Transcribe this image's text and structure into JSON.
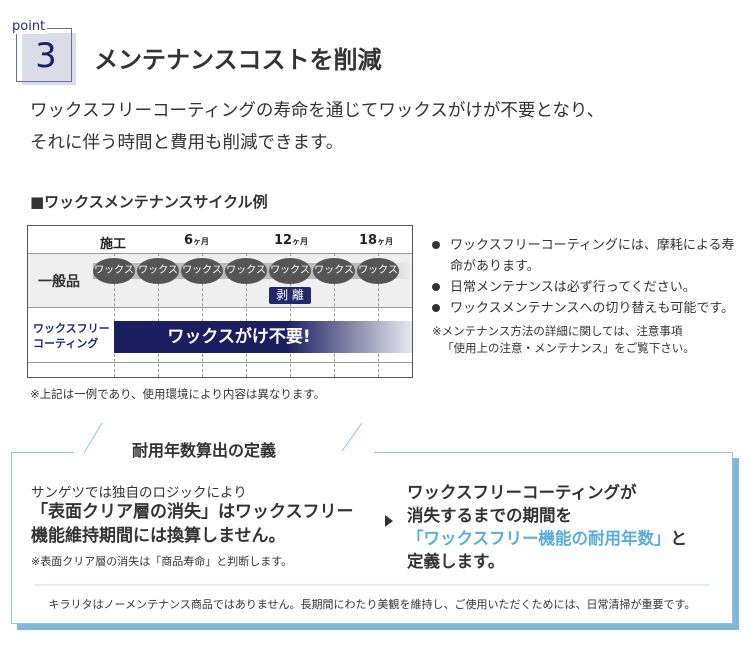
{
  "point": {
    "label": "point",
    "number": "3"
  },
  "title": "メンテナンスコストを削減",
  "lead": [
    "ワックスフリーコーティングの寿命を通じてワックスがけが不要となり、",
    "それに伴う時間と費用も削減できます。"
  ],
  "section_title": "■ワックスメンテナンスサイクル例",
  "cycle_table": {
    "headers": [
      "施工",
      "6",
      "12",
      "18"
    ],
    "month_unit": "ヶ月",
    "row_general": {
      "label": "一般品",
      "wax": [
        "ワックス",
        "ワックス",
        "ワックス",
        "ワックス",
        "ワックス",
        "ワックス",
        "ワックス"
      ],
      "peel": "剥 離"
    },
    "row_coating": {
      "label": [
        "ワックスフリー",
        "コーティング"
      ],
      "bar": "ワックスがけ不要!"
    }
  },
  "table_note": "※上記は一例であり、使用環境により内容は異なります。",
  "bullets": [
    "ワックスフリーコーティングには、摩耗による寿命があります。",
    "日常メンテナンスは必ず行ってください。",
    "ワックスメンテナンスへの切り替えも可能です。"
  ],
  "notice": [
    "※メンテナンス方法の詳細に関しては、注意事項",
    "「使用上の注意・メンテナンス」をご覧下さい。"
  ],
  "definition": {
    "title": "耐用年数算出の定義",
    "left_small": "サンゲツでは独自のロジックにより",
    "left_big": [
      "「表面クリア層の消失」はワックスフリー",
      "機能維持期間には換算しません。"
    ],
    "left_note": "※表面クリア層の消失は「商品寿命」と判断します。",
    "right": [
      "ワックスフリーコーティングが",
      "消失するまでの期間を"
    ],
    "right_highlight": "「ワックスフリー機能の耐用年数」",
    "right_tail": "と",
    "right_end": "定義します。",
    "footer": "キラリタはノーメンテナンス商品ではありません。長期間にわたり美観を維持し、ご使用いただくためには、日常清掃が重要です。",
    "highlight_color": "#5aaed6"
  }
}
